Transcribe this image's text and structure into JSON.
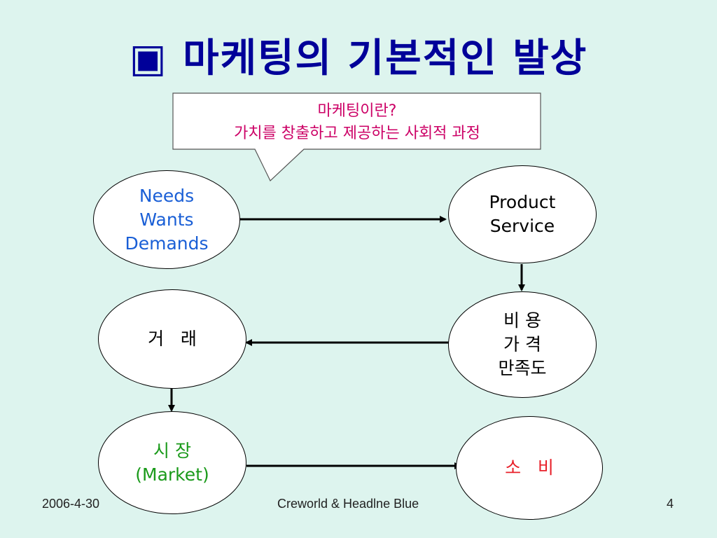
{
  "title": "▣ 마케팅의 기본적인 발상",
  "callout": {
    "line1": "마케팅이란?",
    "line2": "가치를 창출하고 제공하는 사회적 과정"
  },
  "nodes": {
    "needs": [
      "Needs",
      "Wants",
      "Demands"
    ],
    "product": [
      "Product",
      "Service"
    ],
    "trade": "거   래",
    "cost": [
      "비 용",
      "가 격",
      "만족도"
    ],
    "market": [
      "시 장",
      "(Market)"
    ],
    "consumption": "소   비"
  },
  "colors": {
    "title": "#000099",
    "callout_text": "#cc0066",
    "needs_text": "#1a5fd6",
    "market_text": "#1a9a1a",
    "consumption_text": "#e8202a",
    "background": "#ddf4ee"
  },
  "footer": {
    "date": "2006-4-30",
    "center": "Creworld & Headlne Blue",
    "page": "4"
  }
}
